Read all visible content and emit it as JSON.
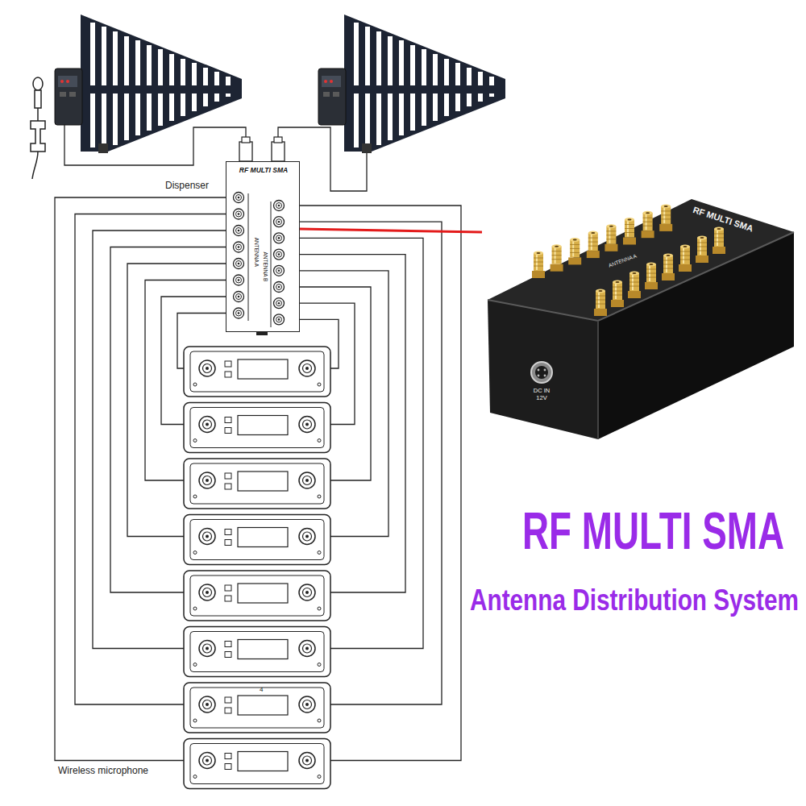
{
  "diagram": {
    "title": "RF MULTI SMA",
    "nodes": [
      {
        "text": [
          "Dispenser",
          "RF MULTI SMA",
          "ANTENNA A",
          "ANTENNA B"
        ]
      },
      {
        "text": [
          "RF MULTI SMA",
          "ANTENNA A",
          "DC IN 12V"
        ]
      }
    ],
    "edges": [
      {
        "from": 0,
        "to": 1,
        "arrow": "none"
      }
    ],
    "labels": [
      "Antenna Distribution System",
      "4",
      "Wireless microphone"
    ]
  }
}
